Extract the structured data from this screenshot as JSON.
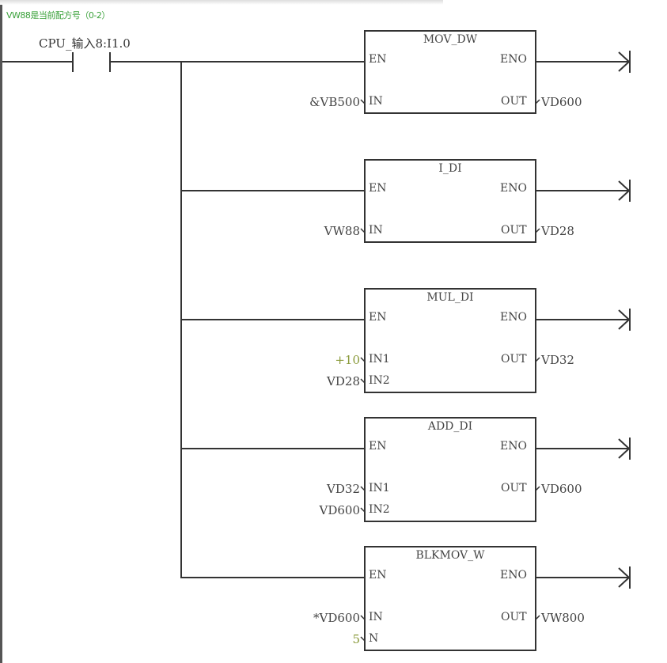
{
  "comment": "VW88是当前配方号（0-2）",
  "contact": {
    "label": "CPU_输入8:I1.0",
    "type": "normally-open"
  },
  "colors": {
    "comment": "#3aa13a",
    "constant": "#8a9a3a",
    "line": "#333333"
  },
  "boxes": [
    {
      "name": "MOV_DW",
      "en": "EN",
      "eno": "ENO",
      "inputs": [
        {
          "pin": "IN",
          "operand": "&VB500",
          "constant": false
        }
      ],
      "outputs": [
        {
          "pin": "OUT",
          "operand": "VD600"
        }
      ]
    },
    {
      "name": "I_DI",
      "en": "EN",
      "eno": "ENO",
      "inputs": [
        {
          "pin": "IN",
          "operand": "VW88",
          "constant": false
        }
      ],
      "outputs": [
        {
          "pin": "OUT",
          "operand": "VD28"
        }
      ]
    },
    {
      "name": "MUL_DI",
      "en": "EN",
      "eno": "ENO",
      "inputs": [
        {
          "pin": "IN1",
          "operand": "+10",
          "constant": true
        },
        {
          "pin": "IN2",
          "operand": "VD28",
          "constant": false
        }
      ],
      "outputs": [
        {
          "pin": "OUT",
          "operand": "VD32"
        }
      ]
    },
    {
      "name": "ADD_DI",
      "en": "EN",
      "eno": "ENO",
      "inputs": [
        {
          "pin": "IN1",
          "operand": "VD32",
          "constant": false
        },
        {
          "pin": "IN2",
          "operand": "VD600",
          "constant": false
        }
      ],
      "outputs": [
        {
          "pin": "OUT",
          "operand": "VD600"
        }
      ]
    },
    {
      "name": "BLKMOV_W",
      "en": "EN",
      "eno": "ENO",
      "inputs": [
        {
          "pin": "IN",
          "operand": "*VD600",
          "constant": false
        },
        {
          "pin": "N",
          "operand": "5",
          "constant": true
        }
      ],
      "outputs": [
        {
          "pin": "OUT",
          "operand": "VW800"
        }
      ]
    }
  ]
}
